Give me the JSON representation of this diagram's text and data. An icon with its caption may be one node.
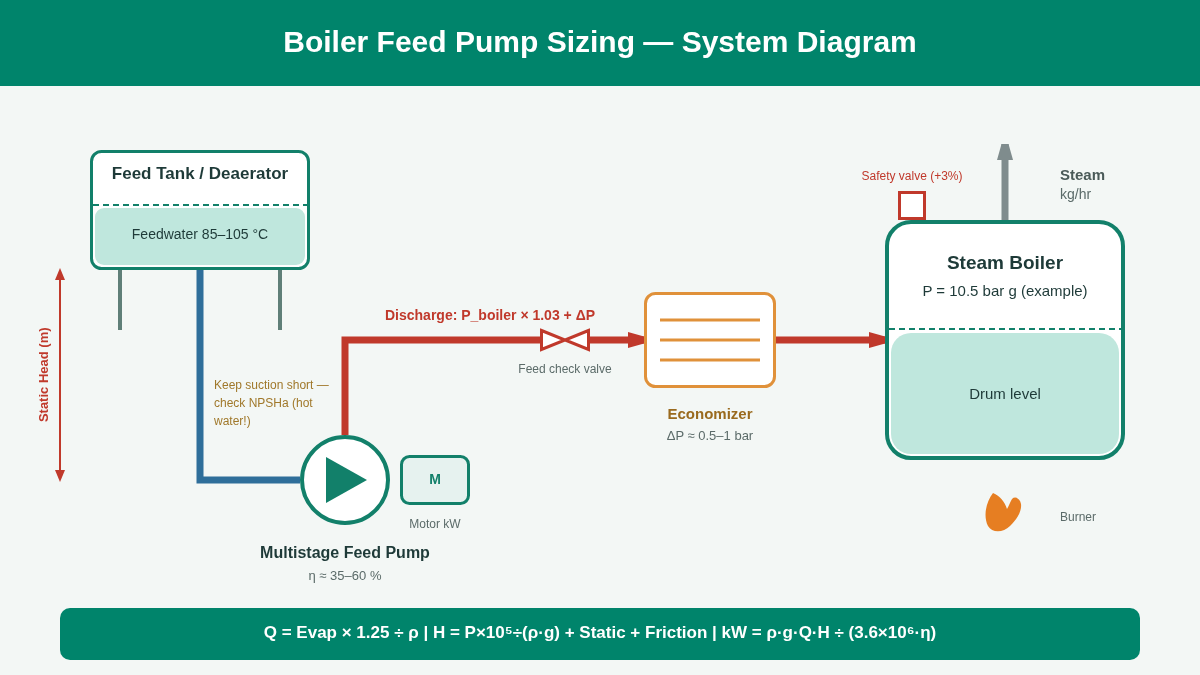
{
  "diagram": {
    "title": "Boiler Feed Pump Sizing — System Diagram",
    "nodes": [
      {
        "text": [
          "Feed Tank / Deaerator"
        ]
      },
      {
        "text": [
          "Feedwater 85–105 °C"
        ],
        "in": 0
      },
      {
        "text": [
          "Multistage Feed Pump",
          "η ≈ 35–60 %"
        ]
      },
      {
        "text": [
          "M"
        ],
        "beside": [
          "Motor kW"
        ]
      },
      {
        "text": [
          "Feed check valve"
        ]
      },
      {
        "text": [
          "Economizer"
        ],
        "beside": [
          "ΔP ≈ 0.5–1 bar"
        ]
      },
      {
        "text": [
          "Safety valve (+3%)"
        ]
      },
      {
        "text": [
          "Steam Boiler",
          "P = 10.5 bar g (example)"
        ]
      },
      {
        "text": [
          "Drum level"
        ],
        "in": 7
      },
      {
        "text": [
          "Burner"
        ]
      },
      {
        "text": [
          "Q = Evap × 1.25 ÷ ρ | H = P×10⁵÷(ρ·g) + Static + Friction | kW = ρ·g·Q·H ÷ (3.6×10⁶·η)"
        ]
      }
    ],
    "edges": [
      {
        "from": 0,
        "to": 2,
        "arrow": "none",
        "color": "#2e6e9a"
      },
      {
        "from": 2,
        "to": 4,
        "arrow": "none",
        "label": "Discharge: P_boiler × 1.03 + ΔP"
      },
      {
        "from": 4,
        "to": 5,
        "arrow": "to"
      },
      {
        "from": 5,
        "to": 7,
        "arrow": "to"
      },
      {
        "from": 7,
        "to": null,
        "arrow": "to",
        "color": "#7f8c8d"
      }
    ],
    "labels": [
      "Steam",
      "kg/hr",
      "Static Head (m)",
      "Keep suction short — check NPSHa (hot water!)"
    ]
  }
}
